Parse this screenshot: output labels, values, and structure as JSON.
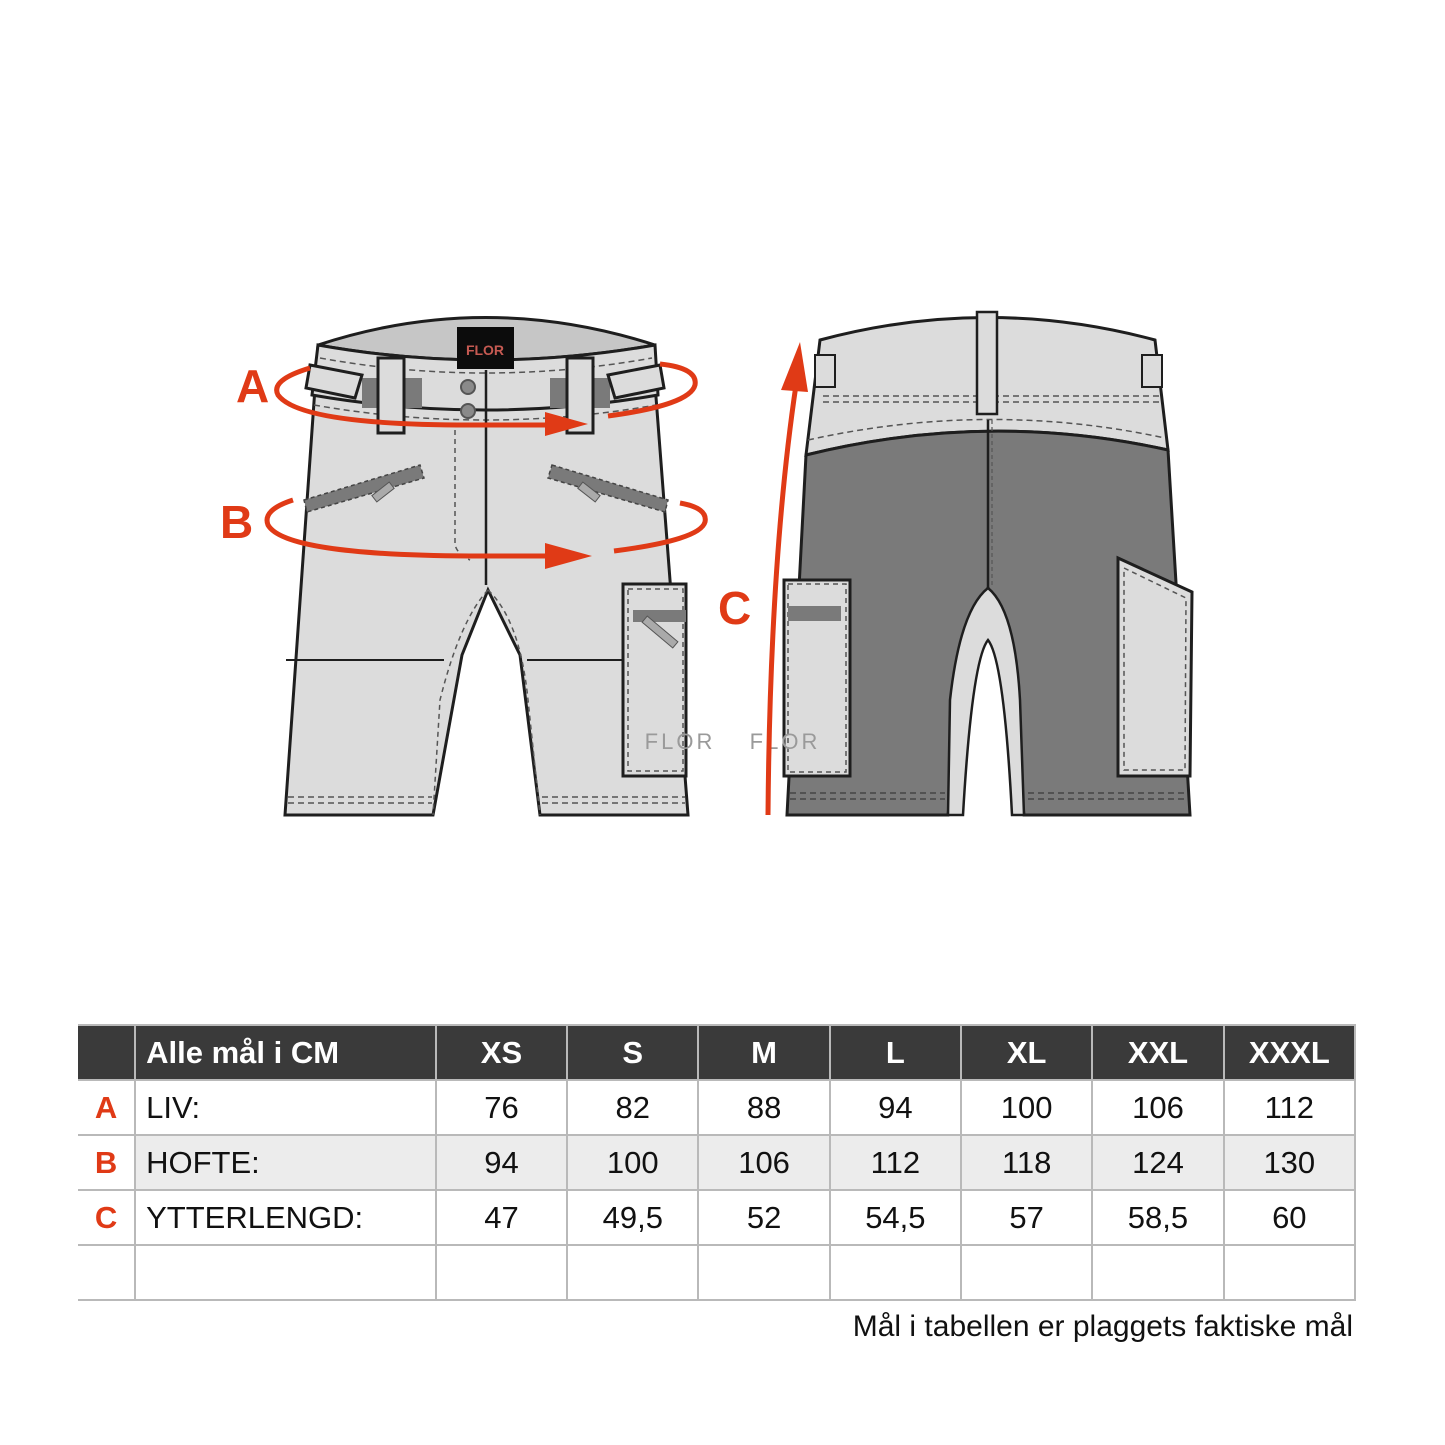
{
  "figure": {
    "front_view": {
      "labels": {
        "a": "A",
        "b": "B"
      },
      "brand_tag": "FLOR",
      "watermark": "FLOR"
    },
    "back_view": {
      "labels": {
        "c": "C"
      },
      "watermark": "FLOR"
    },
    "colors": {
      "accent": "#e03a16",
      "fabric_light": "#dcdcdc",
      "fabric_dark": "#7a7a7a",
      "outline": "#1e1e1e",
      "watermark": "#9a9a9a"
    }
  },
  "size_table": {
    "header": {
      "label": "Alle mål i CM",
      "sizes": [
        "XS",
        "S",
        "M",
        "L",
        "XL",
        "XXL",
        "XXXL"
      ]
    },
    "rows": [
      {
        "key": "A",
        "label": "LIV:",
        "values": [
          "76",
          "82",
          "88",
          "94",
          "100",
          "106",
          "112"
        ]
      },
      {
        "key": "B",
        "label": "HOFTE:",
        "values": [
          "94",
          "100",
          "106",
          "112",
          "118",
          "124",
          "130"
        ]
      },
      {
        "key": "C",
        "label": "YTTERLENGD:",
        "values": [
          "47",
          "49,5",
          "52",
          "54,5",
          "57",
          "58,5",
          "60"
        ]
      },
      {
        "key": "",
        "label": "",
        "values": [
          "",
          "",
          "",
          "",
          "",
          "",
          ""
        ]
      }
    ],
    "header_bg": "#3a3a3a",
    "alt_row_bg": "#ececec"
  },
  "footnote": "Mål i tabellen er plaggets faktiske mål",
  "chart_data": {
    "type": "table",
    "title": "Alle mål i CM",
    "categories": [
      "XS",
      "S",
      "M",
      "L",
      "XL",
      "XXL",
      "XXXL"
    ],
    "series": [
      {
        "name": "A LIV",
        "values": [
          76,
          82,
          88,
          94,
          100,
          106,
          112
        ]
      },
      {
        "name": "B HOFTE",
        "values": [
          94,
          100,
          106,
          112,
          118,
          124,
          130
        ]
      },
      {
        "name": "C YTTERLENGD",
        "values": [
          47,
          49.5,
          52,
          54.5,
          57,
          58.5,
          60
        ]
      }
    ],
    "annotations": [
      "Mål i tabellen er plaggets faktiske mål"
    ]
  }
}
